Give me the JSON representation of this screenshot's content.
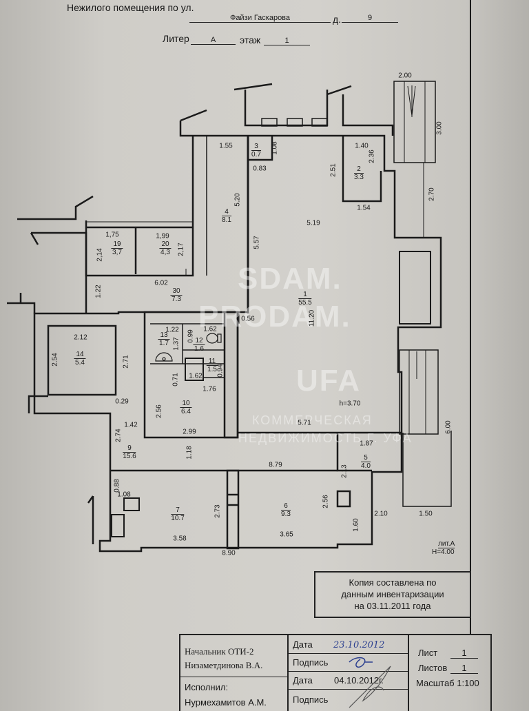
{
  "header": {
    "address_label": "Нежилого помещения по ул.",
    "street": "Файзи Гаскарова",
    "house_label": "д.",
    "house": "9",
    "liter_label": "Литер",
    "liter": "А",
    "floor_label": "этаж",
    "floor": "1"
  },
  "rooms": [
    {
      "num": "1",
      "area": "55.5"
    },
    {
      "num": "2",
      "area": "3.3"
    },
    {
      "num": "3",
      "area": "0.7"
    },
    {
      "num": "4",
      "area": "8.1"
    },
    {
      "num": "5",
      "area": "4.0"
    },
    {
      "num": "6",
      "area": "9.3"
    },
    {
      "num": "7",
      "area": "10.7"
    },
    {
      "num": "9",
      "area": "15.6"
    },
    {
      "num": "10",
      "area": "6.4"
    },
    {
      "num": "11",
      "area": "1.5"
    },
    {
      "num": "12",
      "area": "1.6"
    },
    {
      "num": "13",
      "area": "1.7"
    },
    {
      "num": "14",
      "area": "5.4"
    },
    {
      "num": "19",
      "area": "3,7"
    },
    {
      "num": "20",
      "area": "4,3"
    },
    {
      "num": "30",
      "area": "7.3"
    }
  ],
  "dims": [
    "1.55",
    "1.08",
    "0.83",
    "5.20",
    "5.57",
    "5.19",
    "2.51",
    "1.40",
    "2.36",
    "1.54",
    "2.00",
    "3.00",
    "2.70",
    "1,75",
    "1,99",
    "2,14",
    "2,17",
    "6.02",
    "1.22",
    "0.56",
    "11.20",
    "2.12",
    "2.54",
    "2.71",
    "1.22",
    "0.99",
    "1.62",
    "1.37",
    "0.71",
    "1.62",
    "0.94",
    "1.76",
    "0.29",
    "2.56",
    "1.42",
    "2.74",
    "2.99",
    "1.18",
    "h=3.70",
    "5.71",
    "1.87",
    "2.13",
    "8.79",
    "6.00",
    "0.88",
    "1.08",
    "2.73",
    "2.56",
    "1.60",
    "2.10",
    "1.50",
    "3.58",
    "3.65",
    "8.90"
  ],
  "liter_note": {
    "liter": "лит.А",
    "height": "H=4.00"
  },
  "watermark": {
    "line1": "SDAM.",
    "line2": "PRODAM.",
    "line3": "UFA",
    "sub1": "КОММЕРЧЕСКАЯ",
    "sub2": "НЕДВИЖИМОСТЬ Г. УФА"
  },
  "note": {
    "line1": "Копия составлена по",
    "line2": "данным инвентаризации",
    "line3": "на 03.11.2011 года"
  },
  "title_block": {
    "chief_title": "Начальник ОТИ-2",
    "chief_name": "Низаметдинова В.А.",
    "executor_label": "Исполнил:",
    "executor_name": "Нурмехамитов А.М.",
    "date_label": "Дата",
    "date1": "23.10.2012",
    "sign_label": "Подпись",
    "date2": "04.10.2012г.",
    "sheet_label": "Лист",
    "sheet": "1",
    "sheets_label": "Листов",
    "sheets": "1",
    "scale": "Масштаб 1:100"
  }
}
